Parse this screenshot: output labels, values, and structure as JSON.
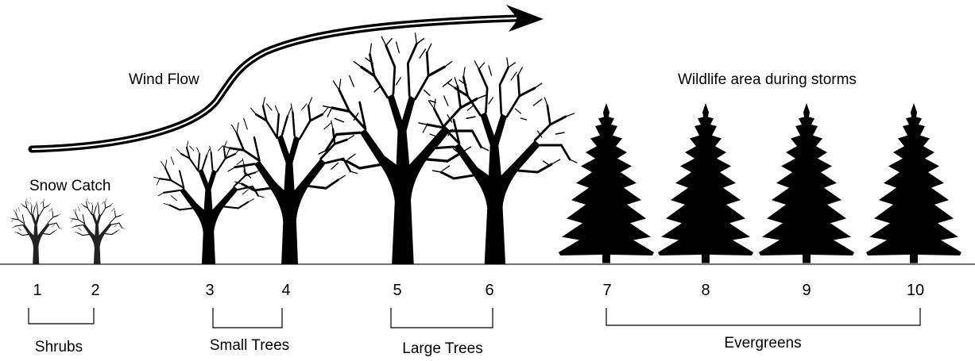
{
  "labels": {
    "wind_flow": "Wind Flow",
    "snow_catch": "Snow Catch",
    "wildlife_area": "Wildlife area during storms"
  },
  "positions": [
    "1",
    "2",
    "3",
    "4",
    "5",
    "6",
    "7",
    "8",
    "9",
    "10"
  ],
  "groups": {
    "shrubs": "Shrubs",
    "small_trees": "Small Trees",
    "large_trees": "Large Trees",
    "evergreens": "Evergreens"
  },
  "colors": {
    "ink": "#000000",
    "background": "#ffffff",
    "ground_line": "#444444"
  }
}
